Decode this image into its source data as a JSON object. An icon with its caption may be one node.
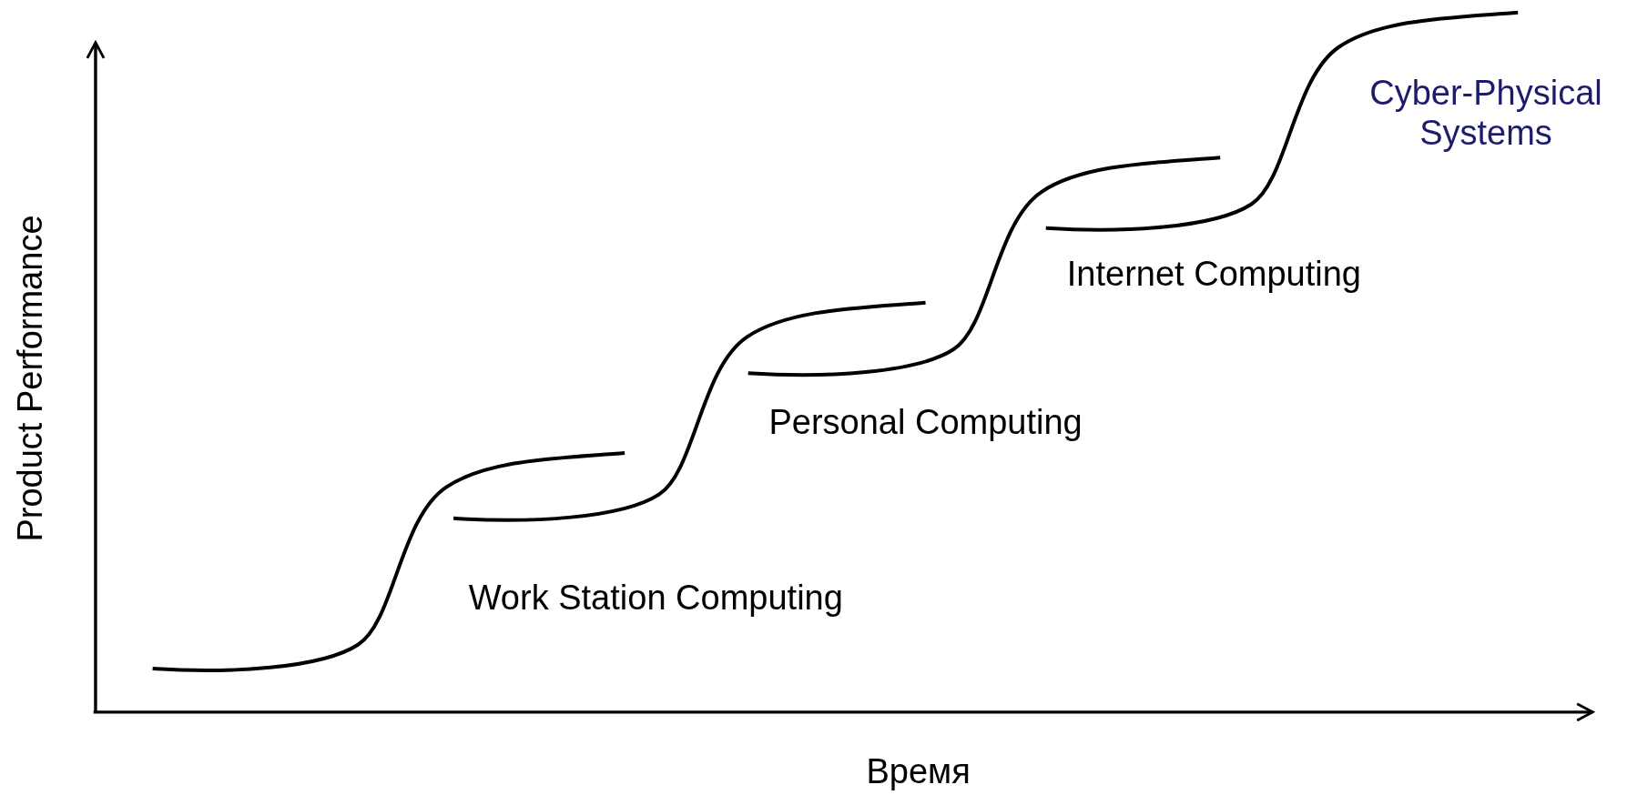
{
  "diagram": {
    "labels": [
      "Cyber-Physical Systems",
      "Internet Computing",
      "Personal Computing",
      "Work Station Computing",
      "Product Performance",
      "Время"
    ]
  }
}
